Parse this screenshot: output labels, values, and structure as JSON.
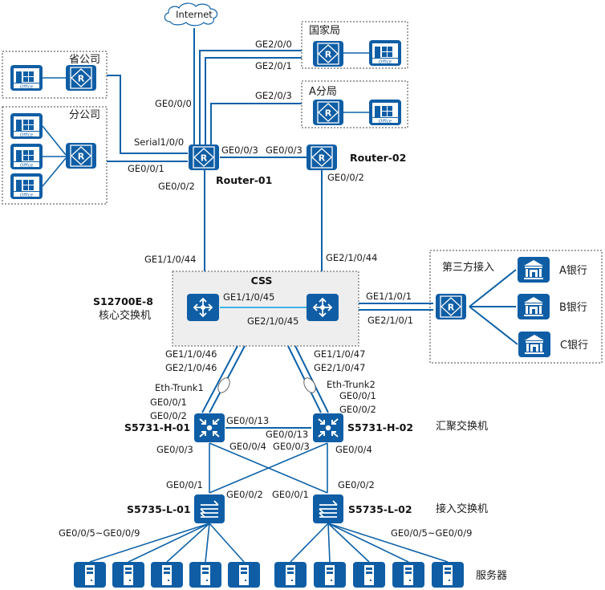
{
  "diagram": {
    "cloud": {
      "label": "Internet"
    },
    "groups": {
      "provincial": {
        "title": "省公司"
      },
      "branch": {
        "title": "分公司"
      },
      "national": {
        "title": "国家局"
      },
      "a_bureau": {
        "title": "A分局"
      },
      "css": {
        "title": "CSS"
      },
      "third_party": {
        "title": "第三方接入"
      }
    },
    "office_icon_label": "Office",
    "devices": {
      "router01": {
        "name": "Router-01"
      },
      "router02": {
        "name": "Router-02"
      },
      "core": {
        "name": "S12700E-8",
        "role": "核心交换机"
      },
      "agg01": {
        "name": "S5731-H-01"
      },
      "agg02": {
        "name": "S5731-H-02"
      },
      "acc01": {
        "name": "S5735-L-01"
      },
      "acc02": {
        "name": "S5735-L-02"
      }
    },
    "banks": [
      "A银行",
      "B银行",
      "C银行"
    ],
    "roles": {
      "aggregation": "汇聚交换机",
      "access": "接入交换机",
      "servers": "服务器"
    },
    "trunks": {
      "trunk1": "Eth-Trunk1",
      "trunk2": "Eth-Trunk2"
    },
    "ports": {
      "r1_internet": "GE0/0/0",
      "r1_national_0": "GE2/0/0",
      "r1_national_1": "GE2/0/1",
      "r1_a_bureau": "GE2/0/3",
      "r1_provincial": "Serial1/0/0",
      "r1_branch": "GE0/0/1",
      "r1_core": "GE0/0/2",
      "r1_r2": "GE0/0/3",
      "r2_r1": "GE0/0/3",
      "r2_core": "GE0/0/2",
      "core_r1": "GE1/1/0/44",
      "core_r2": "GE2/1/0/44",
      "css_link_1": "GE1/1/0/45",
      "css_link_2": "GE2/1/0/45",
      "core_third_1": "GE1/1/0/1",
      "core_third_2": "GE2/1/0/1",
      "core_agg1_1": "GE1/1/0/46",
      "core_agg1_2": "GE2/1/0/46",
      "core_agg2_1": "GE1/1/0/47",
      "core_agg2_2": "GE2/1/0/47",
      "agg1_up_1": "GE0/0/1",
      "agg1_up_2": "GE0/0/2",
      "agg2_up_1": "GE0/0/1",
      "agg2_up_2": "GE0/0/2",
      "agg1_agg2": "GE0/0/13",
      "agg2_agg1": "GE0/0/13",
      "agg1_acc1": "GE0/0/3",
      "agg1_acc2": "GE0/0/4",
      "agg2_acc1": "GE0/0/3",
      "agg2_acc2": "GE0/0/4",
      "acc1_agg1": "GE0/0/1",
      "acc1_agg2": "GE0/0/2",
      "acc2_agg1": "GE0/0/1",
      "acc2_agg2": "GE0/0/2",
      "acc1_servers": "GE0/0/5~GE0/0/9",
      "acc2_servers": "GE0/0/5~GE0/0/9"
    },
    "server_count_per_access_switch": 5
  }
}
